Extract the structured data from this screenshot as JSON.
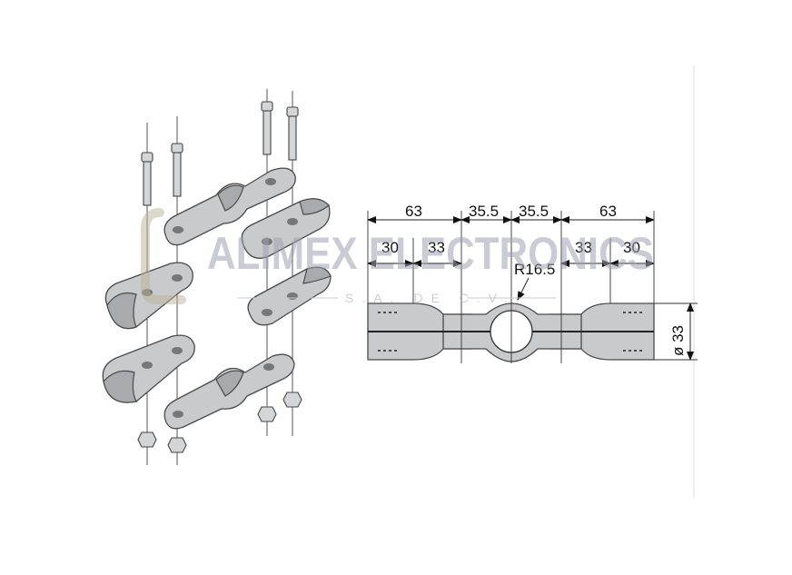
{
  "watermark": {
    "brand": "ALIMEX ELECTRONICS",
    "sub": "S.A. DE C.V."
  },
  "dimensions": {
    "top": [
      "63",
      "35.5",
      "35.5",
      "63"
    ],
    "bottom": [
      "30",
      "33",
      "33",
      "30"
    ],
    "radius": "R16.5",
    "diameter": "ø 33"
  },
  "colors": {
    "part_fill": "#c9cacc",
    "outline": "#4a4a4a",
    "watermark": "#9fa2b3"
  }
}
